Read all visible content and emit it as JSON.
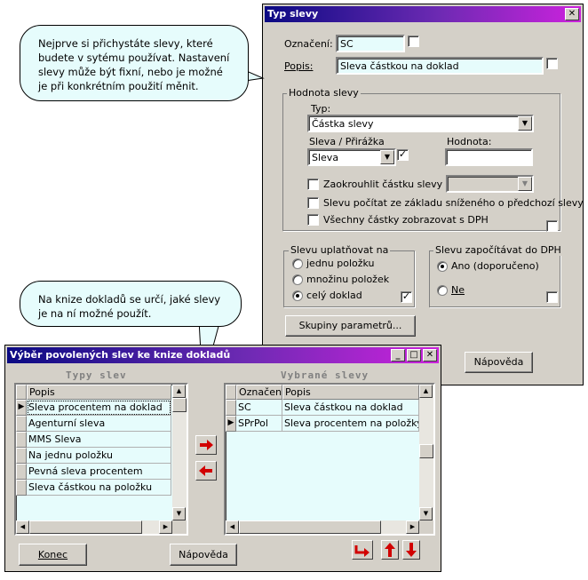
{
  "typ_slevy": {
    "title": "Typ slevy",
    "oznaceni_label": "Označení:",
    "oznaceni_value": "SC",
    "popis_label": "Popis:",
    "popis_value": "Sleva částkou na doklad",
    "hodnota_group": "Hodnota slevy",
    "typ_label": "Typ:",
    "typ_value": "Částka slevy",
    "sleva_prirazka_label": "Sleva / Přirážka",
    "sleva_prirazka_value": "Sleva",
    "hodnota_label": "Hodnota:",
    "hodnota_value": "",
    "zaokrouhlit_label": "Zaokrouhlit částku slevy na",
    "pocitat_label": "Slevu počítat ze základu sníženého o předchozí slevy",
    "zobrazovat_label": "Všechny částky zobrazovat s DPH",
    "uplatnovat_group": "Slevu uplatňovat na",
    "radio_jedna": "jednu položku",
    "radio_mnozina": "množinu položek",
    "radio_cely": "celý doklad",
    "dph_group": "Slevu započítávat do DPH",
    "radio_ano": "Ano  (doporučeno)",
    "radio_ne": "Ne",
    "skupiny_button": "Skupiny parametrů...",
    "napoveda_button": "Nápověda"
  },
  "callouts": {
    "top": "Nejprve si přichystáte slevy, které budete v sytému používat. Nastavení slevy může být fixní, nebo je možné je při konkrétním použití měnit.",
    "mid": "Na knize dokladů se určí, jaké slevy je na ní možné použít."
  },
  "vyber": {
    "title": "Výběr povolených slev ke knize dokladů",
    "left_heading": "Typy slev",
    "right_heading": "Vybrané slevy",
    "left_columns": [
      "Popis"
    ],
    "left_rows": [
      "Sleva procentem na doklad",
      "Agenturní sleva",
      "MMS Sleva",
      "Na jednu položku",
      "Pevná sleva procentem",
      "Sleva částkou na položku"
    ],
    "right_columns": [
      "Označení",
      "Popis"
    ],
    "right_rows": [
      [
        "SC",
        "Sleva částkou na doklad"
      ],
      [
        "SPrPol",
        "Sleva procentem na položky"
      ]
    ],
    "konec_button": "Konec",
    "napoveda_button": "Nápověda"
  },
  "colors": {
    "title_start": "#0b0a83",
    "title_end": "#cc22dd",
    "field_cyan": "#e6fcfc",
    "arrow_red": "#d10000"
  }
}
